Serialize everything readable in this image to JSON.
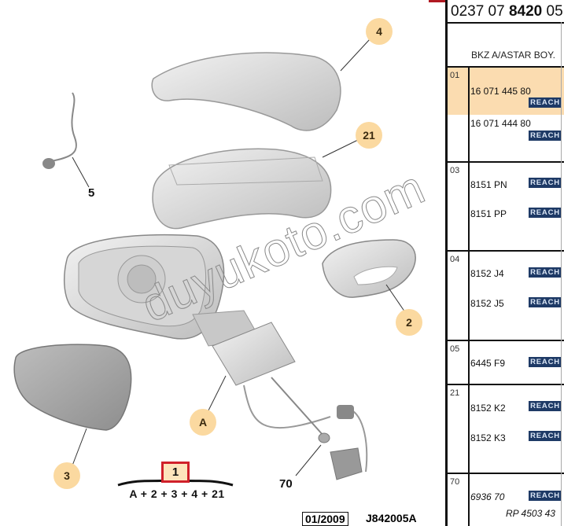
{
  "diagram": {
    "callouts": [
      {
        "id": "4",
        "style": "bubble"
      },
      {
        "id": "21",
        "style": "bubble"
      },
      {
        "id": "5",
        "style": "plain"
      },
      {
        "id": "2",
        "style": "bubble"
      },
      {
        "id": "A",
        "style": "bubble"
      },
      {
        "id": "3",
        "style": "bubble"
      },
      {
        "id": "70",
        "style": "plain"
      }
    ],
    "assembly": {
      "selected_ref": "1",
      "formula": "A + 2 + 3 + 4 + 21"
    },
    "watermark": "duyukoto.com",
    "footer": {
      "date": "01/2009",
      "code": "J842005A"
    },
    "colors": {
      "bubble": "#fbd9a0",
      "selected_border": "#d0202a"
    }
  },
  "parts_table": {
    "reference": {
      "prefix": "0237 07 ",
      "bold": "8420",
      "suffix": " 05"
    },
    "column_header": "BKZ A/ASTAR BOY.",
    "rows": [
      {
        "num": "01",
        "highlighted": true,
        "parts": [
          {
            "number": "16 071 445 80",
            "badge": "REACH"
          }
        ]
      },
      {
        "num": "",
        "highlighted": false,
        "parts": [
          {
            "number": "16 071 444 80",
            "badge": "REACH"
          }
        ]
      },
      {
        "num": "03",
        "parts": [
          {
            "number": "8151 PN",
            "badge": "REACH"
          },
          {
            "number": "8151 PP",
            "badge": "REACH"
          }
        ]
      },
      {
        "num": "04",
        "parts": [
          {
            "number": "8152 J4",
            "badge": "REACH"
          },
          {
            "number": "8152 J5",
            "badge": "REACH"
          }
        ]
      },
      {
        "num": "05",
        "parts": [
          {
            "number": "6445 F9",
            "badge": "REACH"
          }
        ]
      },
      {
        "num": "21",
        "parts": [
          {
            "number": "8152 K2",
            "badge": "REACH"
          },
          {
            "number": "8152 K3",
            "badge": "REACH"
          }
        ]
      },
      {
        "num": "70",
        "parts": [
          {
            "number": "6936 70",
            "badge": "REACH",
            "italic": true
          }
        ],
        "note": "RP 4503 43"
      }
    ],
    "colors": {
      "highlight": "#fbdcb0",
      "badge_bg": "#1e3a66",
      "badge_text": "#dbe6f5"
    }
  }
}
